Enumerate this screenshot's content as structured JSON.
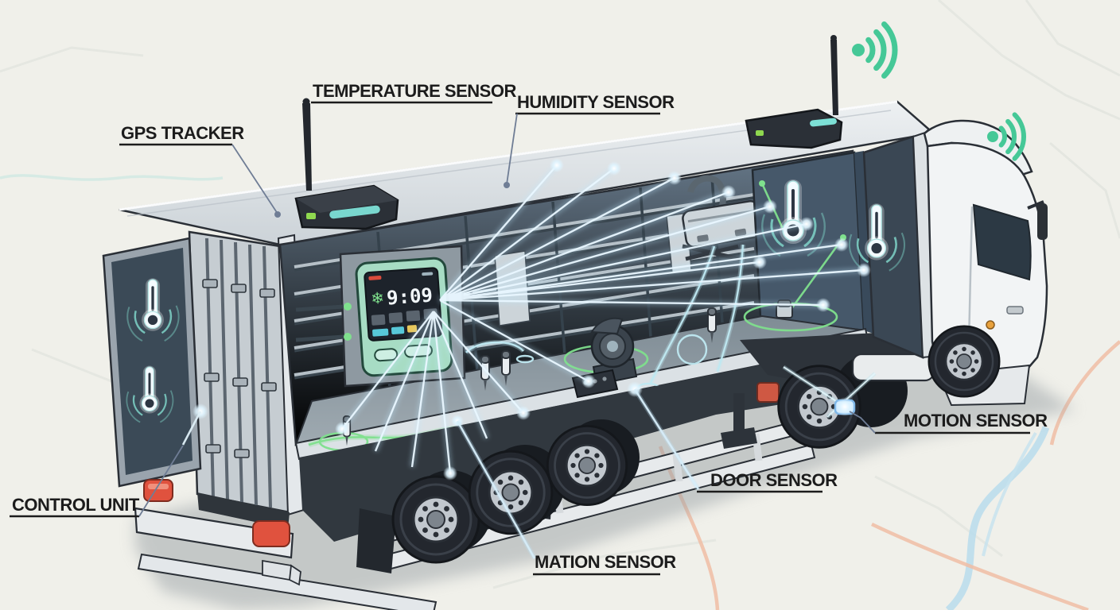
{
  "labels": {
    "gps_tracker": "GPS TRACKER",
    "temperature_sensor": "TEMPERATURE SENSOR",
    "humidity_sensor": "HUMIDITY SENSOR",
    "motion_sensor": "MOTION SENSOR",
    "door_sensor": "DOOR SENSOR",
    "mation_sensor": "MATION SENSOR",
    "control_unit": "CONTROL UNIT"
  },
  "control_unit_display": {
    "time": "9:09"
  },
  "icons": {
    "wifi": "wifi-signal",
    "thermometer": "thermometer",
    "antenna": "antenna",
    "snowflake": "snowflake"
  },
  "colors": {
    "background": "#f0f0ea",
    "wifi_green": "#45c897",
    "trace_green": "#7fe08d",
    "beam_light": "#e9f7ff",
    "label_text": "#1c1c1c",
    "leader_line": "#6f7d95",
    "control_unit_body": "#a7dcc4",
    "taillight_red": "#e0523e",
    "interior_wall": "#5a6b79",
    "trailer_light": "#e6eaed"
  }
}
